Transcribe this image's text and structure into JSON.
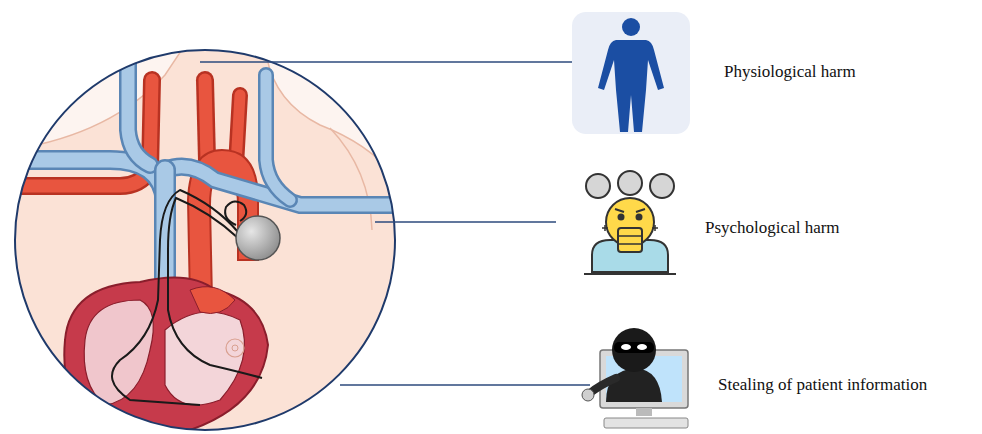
{
  "diagram": {
    "labels": [
      "Physiological harm",
      "Psychological harm",
      "Stealing of patient information"
    ]
  }
}
